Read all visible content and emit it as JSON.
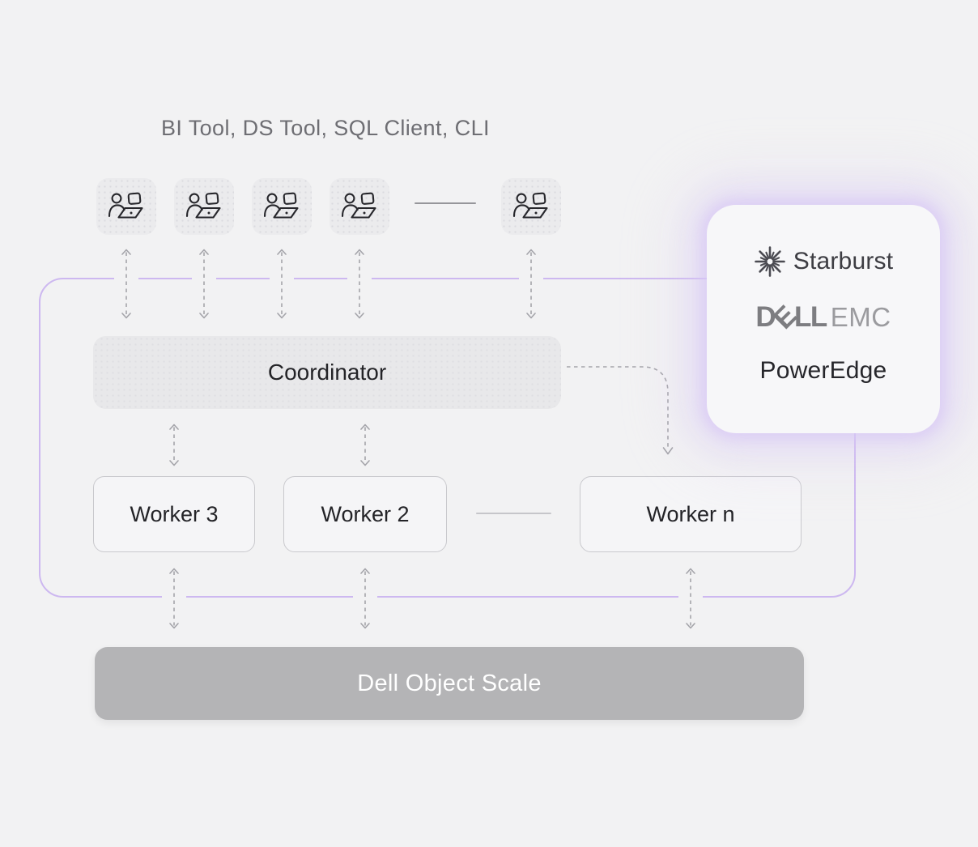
{
  "title": "BI Tool, DS Tool, SQL Client, CLI",
  "coordinator": {
    "label": "Coordinator"
  },
  "workers": [
    {
      "label": "Worker 3"
    },
    {
      "label": "Worker 2"
    },
    {
      "label": "Worker n"
    }
  ],
  "storage": {
    "label": "Dell Object Scale"
  },
  "card": {
    "starburst": "Starburst",
    "dell": {
      "d": "D",
      "e": "E",
      "ll": "LL",
      "emc": "EMC"
    },
    "poweredge": "PowerEdge"
  },
  "icons": {
    "client": "user-at-laptop-icon",
    "starburst_logo": "starburst-rays-icon"
  },
  "colors": {
    "background": "#f2f2f3",
    "accent_purple_border": "#cdb8f0",
    "card_glow": "#d9c8f6",
    "coordinator_fill": "#e8e8ea",
    "storage_fill": "#b4b4b6",
    "worker_border": "#c9c9cd",
    "arrow_gray": "#a4a4a9",
    "text_dark": "#232327",
    "text_muted": "#6e6e73",
    "dell_logo_gray": "#7d7d81",
    "emc_logo_gray": "#9b9b9f"
  }
}
